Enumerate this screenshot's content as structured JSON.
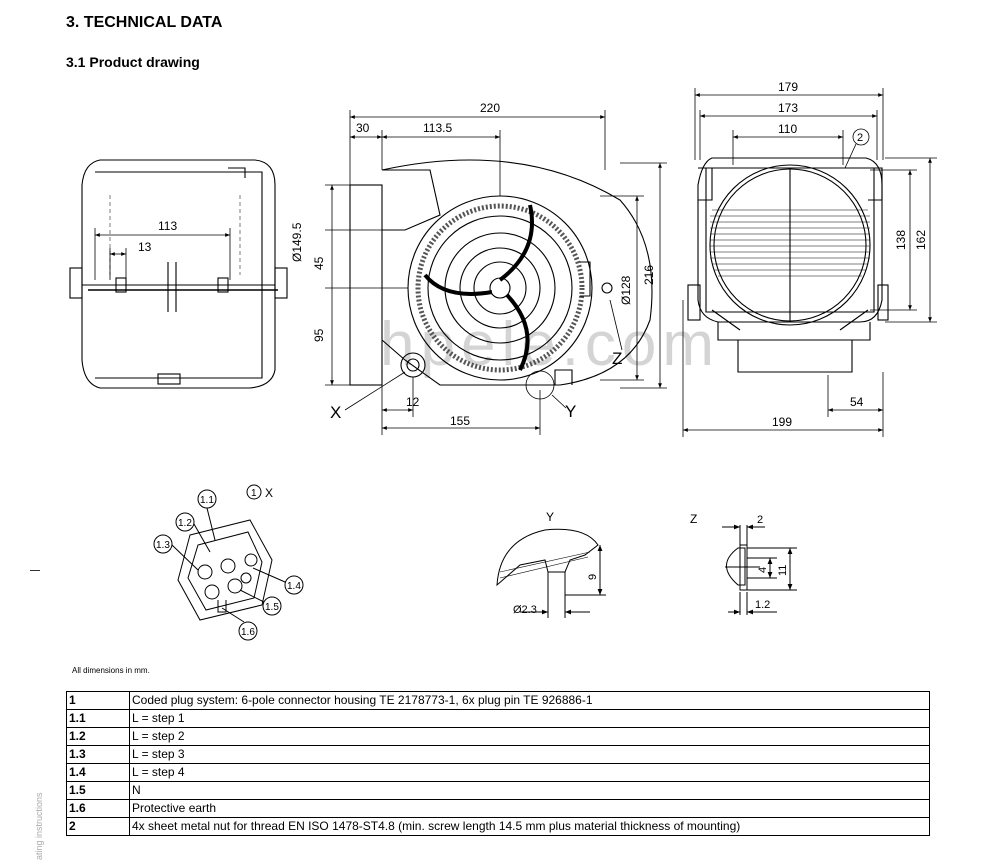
{
  "heading": "3. TECHNICAL DATA",
  "subheading": "3.1 Product drawing",
  "watermark": "hpele.com",
  "drawing_labels": {
    "left": {
      "d113": "113",
      "d13": "13"
    },
    "front": {
      "d220": "220",
      "d30": "30",
      "d113_5": "113.5",
      "d149_5": "Ø149.5",
      "d45": "45",
      "d95": "95",
      "d128": "Ø128",
      "d216": "216",
      "d12": "12",
      "d155": "155",
      "x": "X",
      "y": "Y",
      "z": "Z"
    },
    "right": {
      "d179": "179",
      "d173": "173",
      "d110": "110",
      "d138": "138",
      "d162": "162",
      "d199": "199",
      "d54": "54",
      "callout2": "2"
    },
    "plug": {
      "p1_1": "1.1",
      "p1_2": "1.2",
      "p1_3": "1.3",
      "p1_4": "1.4",
      "p1_5": "1.5",
      "p1_6": "1.6",
      "c1": "1",
      "x": "X"
    },
    "detail_y": {
      "title": "Y",
      "d9": "9",
      "d2_3": "Ø2.3"
    },
    "detail_z": {
      "title": "Z",
      "d2": "2",
      "d4": "4",
      "d11": "11",
      "d1_2": "1.2"
    }
  },
  "note": "All dimensions in mm.",
  "side_text": "ating instructions",
  "legend": [
    {
      "key": "1",
      "text": "Coded plug system: 6-pole connector housing TE 2178773-1, 6x plug pin TE 926886-1"
    },
    {
      "key": "1.1",
      "text": "L = step 1"
    },
    {
      "key": "1.2",
      "text": "L = step 2"
    },
    {
      "key": "1.3",
      "text": "L = step 3"
    },
    {
      "key": "1.4",
      "text": "L = step 4"
    },
    {
      "key": "1.5",
      "text": "N"
    },
    {
      "key": "1.6",
      "text": "Protective earth"
    },
    {
      "key": "2",
      "text": "4x sheet metal nut for thread EN ISO 1478-ST4.8 (min. screw length 14.5 mm plus material thickness of mounting)"
    }
  ]
}
